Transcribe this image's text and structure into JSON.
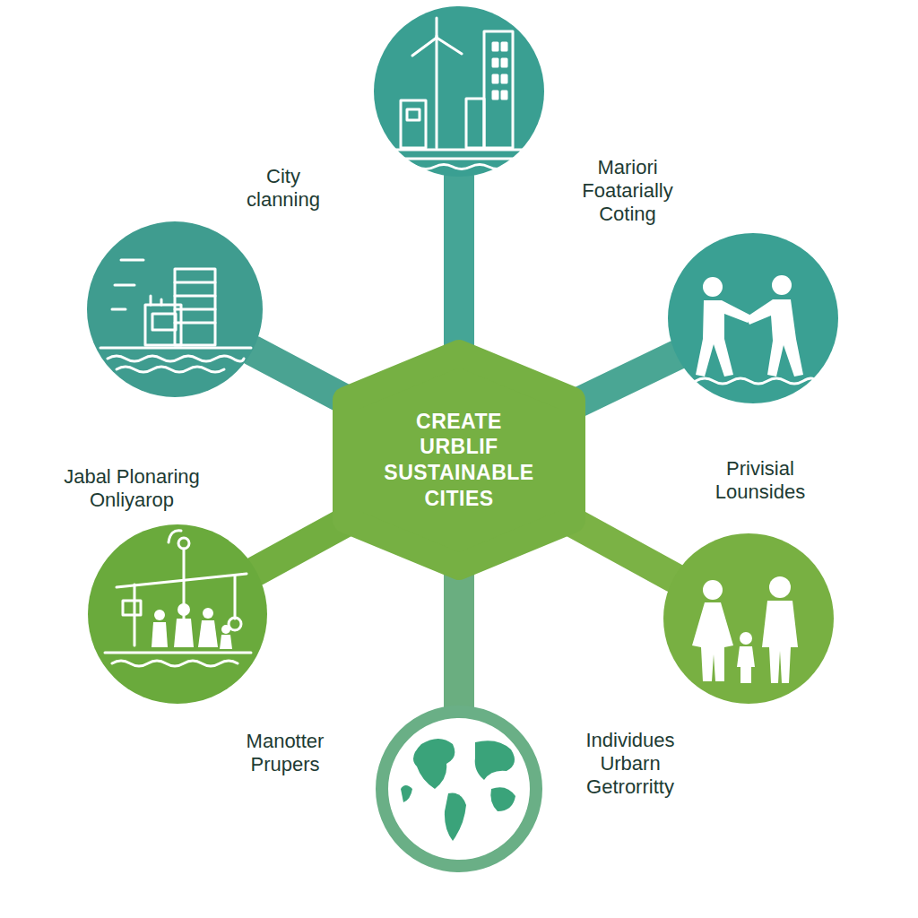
{
  "diagram": {
    "nodes": [
      {
        "text": [
          "Mariori Foatarially Coting"
        ]
      },
      {
        "text": [
          "City clanning"
        ]
      },
      {
        "text": [
          "Privisial Lounsides"
        ]
      },
      {
        "text": [
          "CREATE URBLIF SUSTAINABLE CITIES"
        ]
      },
      {
        "text": [
          "Jabal Plonaring Onliyarop"
        ]
      },
      {
        "text": [
          "Individues Urbarn Getrorritty"
        ]
      },
      {
        "text": [
          "Manotter Prupers"
        ]
      }
    ],
    "edges": [
      {
        "from": 3,
        "to": 0,
        "arrow": "none"
      },
      {
        "from": 3,
        "to": 1,
        "arrow": "none"
      },
      {
        "from": 3,
        "to": 2,
        "arrow": "none"
      },
      {
        "from": 3,
        "to": 4,
        "arrow": "none"
      },
      {
        "from": 3,
        "to": 5,
        "arrow": "none"
      },
      {
        "from": 3,
        "to": 6,
        "arrow": "none"
      }
    ]
  }
}
